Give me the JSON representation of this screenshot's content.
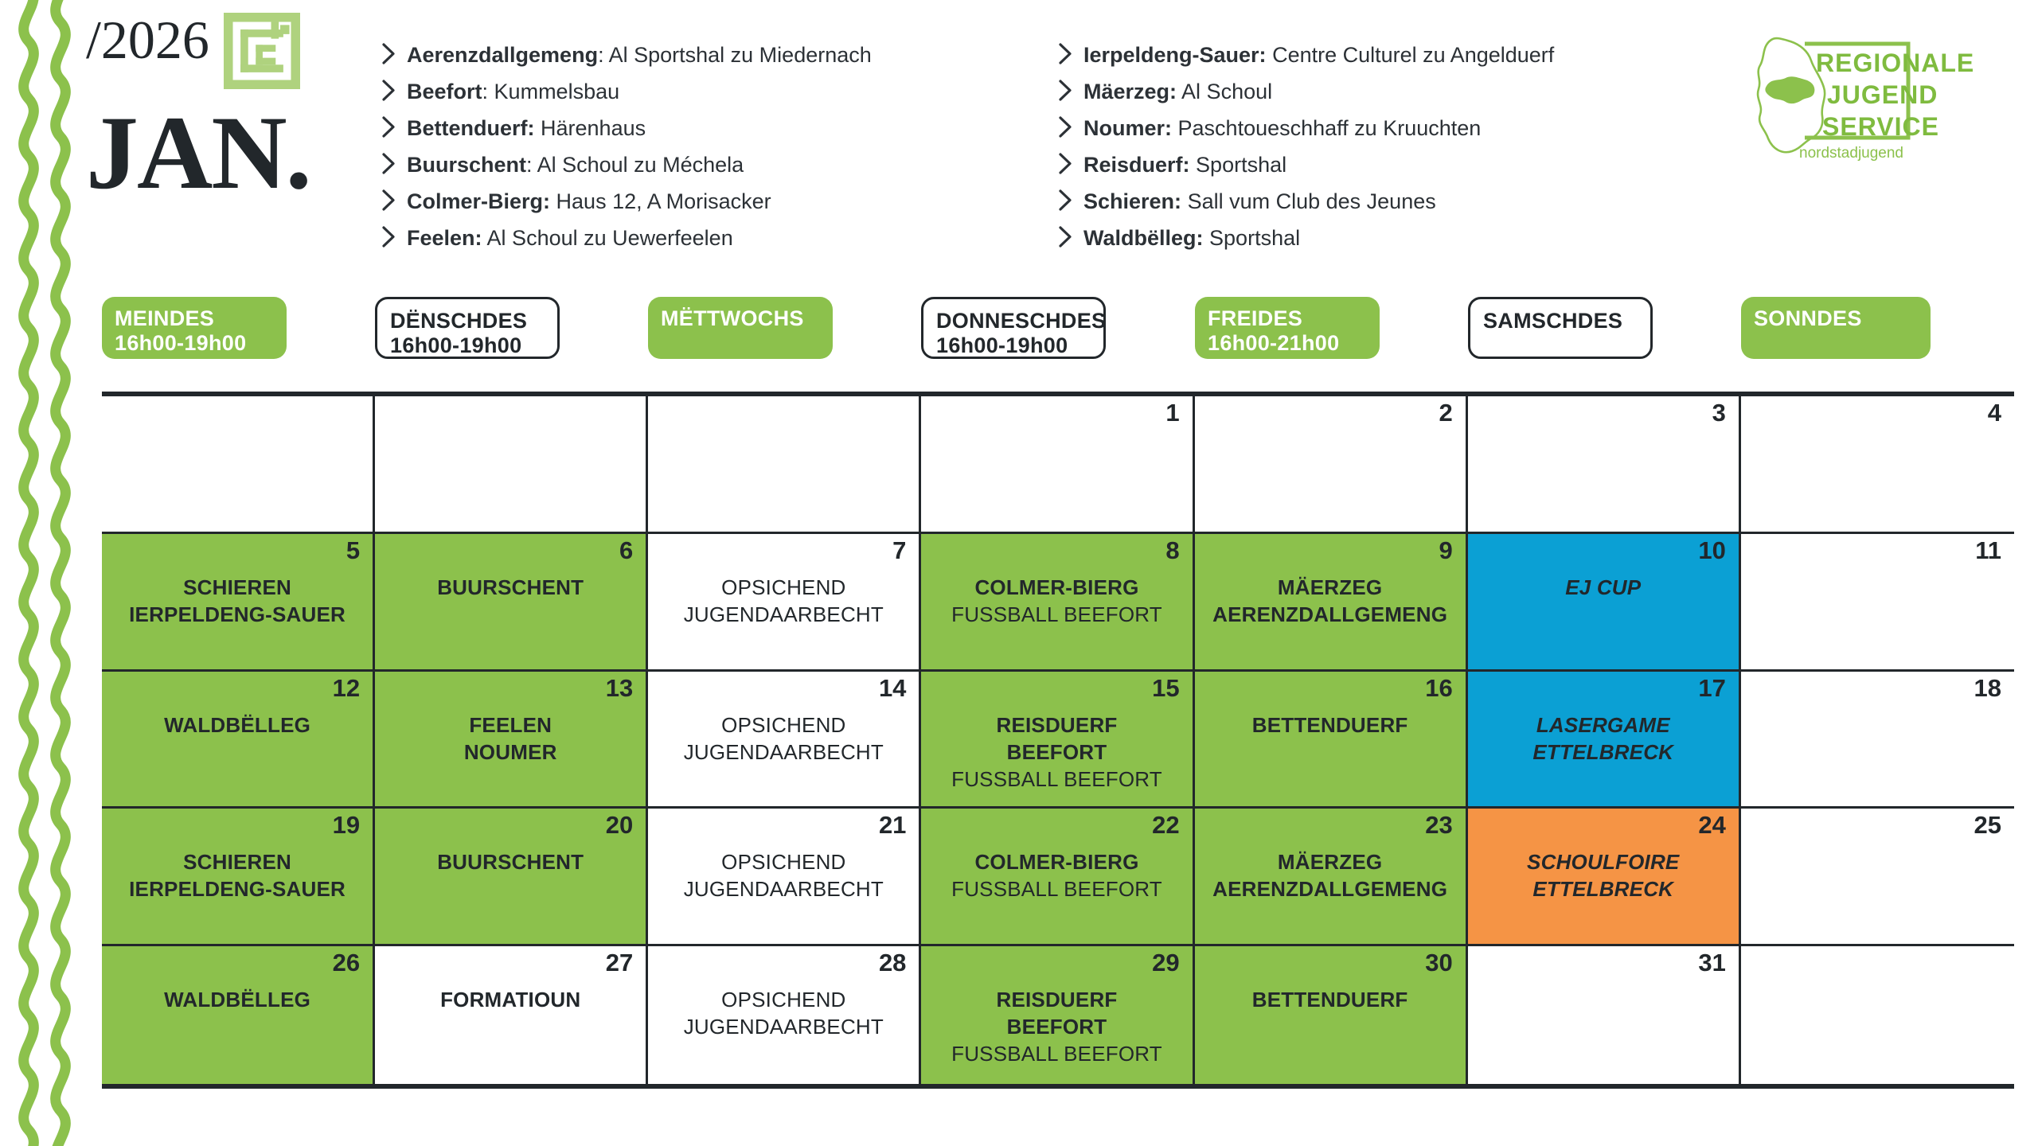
{
  "header": {
    "year": "/2026",
    "month": "JAN.",
    "logo_mark_name": "spiral-square-logo"
  },
  "brand": {
    "line1": "REGIONALE",
    "line2": "JUGEND",
    "line3": "SERVICE",
    "tagline": "nordstadjugend",
    "map_name": "luxembourg-map-icon"
  },
  "legend": {
    "left": [
      {
        "name": "Aerenzdallgemeng",
        "sep": ":",
        "place": "Al Sportshal zu Miedernach"
      },
      {
        "name": "Beefort",
        "sep": ":",
        "place": "Kummelsbau"
      },
      {
        "name": "Bettenduerf:",
        "sep": "",
        "place": "Härenhaus"
      },
      {
        "name": "Buurschent",
        "sep": ":",
        "place": "Al Schoul zu Méchela"
      },
      {
        "name": "Colmer-Bierg:",
        "sep": "",
        "place": "Haus 12, A Morisacker"
      },
      {
        "name": "Feelen:",
        "sep": "",
        "place": "Al Schoul zu Uewerfeelen"
      }
    ],
    "right": [
      {
        "name": "Ierpeldeng-Sauer:",
        "sep": "",
        "place": "Centre Culturel zu Angelduerf"
      },
      {
        "name": "Mäerzeg:",
        "sep": "",
        "place": "Al Schoul"
      },
      {
        "name": "Noumer:",
        "sep": "",
        "place": "Paschtoueschhaff zu Kruuchten"
      },
      {
        "name": "Reisduerf:",
        "sep": "",
        "place": "Sportshal"
      },
      {
        "name": "Schieren:",
        "sep": "",
        "place": " Sall vum Club des Jeunes"
      },
      {
        "name": "Waldbëlleg:",
        "sep": "",
        "place": "Sportshal"
      }
    ]
  },
  "weekdays": [
    {
      "name": "MEINDES",
      "time": "16h00-19h00",
      "style": "green"
    },
    {
      "name": "DËNSCHDES",
      "time": "16h00-19h00",
      "style": "white"
    },
    {
      "name": "MËTTWOCHS",
      "time": "",
      "style": "green"
    },
    {
      "name": "DONNESCHDES",
      "time": "16h00-19h00",
      "style": "white"
    },
    {
      "name": "FREIDES",
      "time": "16h00-21h00",
      "style": "green"
    },
    {
      "name": "SAMSCHDES",
      "time": "",
      "style": "white"
    },
    {
      "name": "SONNDES",
      "time": "",
      "style": "green"
    }
  ],
  "colors": {
    "green": "#8CC14C",
    "blue": "#0BA0D4",
    "orange": "#F59445",
    "ink": "#22272b"
  },
  "calendar": {
    "weeks": [
      [
        {
          "day": "",
          "bg": "none",
          "events": []
        },
        {
          "day": "",
          "bg": "none",
          "events": []
        },
        {
          "day": "",
          "bg": "none",
          "events": []
        },
        {
          "day": "1",
          "bg": "none",
          "events": []
        },
        {
          "day": "2",
          "bg": "none",
          "events": []
        },
        {
          "day": "3",
          "bg": "none",
          "events": []
        },
        {
          "day": "4",
          "bg": "none",
          "events": []
        }
      ],
      [
        {
          "day": "5",
          "bg": "green",
          "events": [
            {
              "text": "SCHIEREN",
              "style": "bold"
            },
            {
              "text": "IERPELDENG-SAUER",
              "style": "bold"
            }
          ]
        },
        {
          "day": "6",
          "bg": "green",
          "events": [
            {
              "text": "BUURSCHENT",
              "style": "bold"
            }
          ]
        },
        {
          "day": "7",
          "bg": "none",
          "events": [
            {
              "text": "OPSICHEND",
              "style": "light"
            },
            {
              "text": "JUGENDAARBECHT",
              "style": "light"
            }
          ]
        },
        {
          "day": "8",
          "bg": "green",
          "events": [
            {
              "text": "COLMER-BIERG",
              "style": "bold"
            },
            {
              "text": "FUSSBALL BEEFORT",
              "style": "light"
            }
          ]
        },
        {
          "day": "9",
          "bg": "green",
          "events": [
            {
              "text": "MÄERZEG",
              "style": "bold"
            },
            {
              "text": "AERENZDALLGEMENG",
              "style": "bold"
            }
          ]
        },
        {
          "day": "10",
          "bg": "blue",
          "events": [
            {
              "text": "EJ CUP",
              "style": "italic"
            }
          ]
        },
        {
          "day": "11",
          "bg": "none",
          "events": []
        }
      ],
      [
        {
          "day": "12",
          "bg": "green",
          "events": [
            {
              "text": "WALDBËLLEG",
              "style": "bold"
            }
          ]
        },
        {
          "day": "13",
          "bg": "green",
          "events": [
            {
              "text": "FEELEN",
              "style": "bold"
            },
            {
              "text": "NOUMER",
              "style": "bold"
            }
          ]
        },
        {
          "day": "14",
          "bg": "none",
          "events": [
            {
              "text": "OPSICHEND",
              "style": "light"
            },
            {
              "text": "JUGENDAARBECHT",
              "style": "light"
            }
          ]
        },
        {
          "day": "15",
          "bg": "green",
          "events": [
            {
              "text": "REISDUERF",
              "style": "bold"
            },
            {
              "text": "BEEFORT",
              "style": "bold"
            },
            {
              "text": "FUSSBALL BEEFORT",
              "style": "light"
            }
          ]
        },
        {
          "day": "16",
          "bg": "green",
          "events": [
            {
              "text": "BETTENDUERF",
              "style": "bold"
            }
          ]
        },
        {
          "day": "17",
          "bg": "blue",
          "events": [
            {
              "text": "LASERGAME",
              "style": "italic"
            },
            {
              "text": "ETTELBRECK",
              "style": "italic"
            }
          ]
        },
        {
          "day": "18",
          "bg": "none",
          "events": []
        }
      ],
      [
        {
          "day": "19",
          "bg": "green",
          "events": [
            {
              "text": "SCHIEREN",
              "style": "bold"
            },
            {
              "text": "IERPELDENG-SAUER",
              "style": "bold"
            }
          ]
        },
        {
          "day": "20",
          "bg": "green",
          "events": [
            {
              "text": "BUURSCHENT",
              "style": "bold"
            }
          ]
        },
        {
          "day": "21",
          "bg": "none",
          "events": [
            {
              "text": "OPSICHEND",
              "style": "light"
            },
            {
              "text": "JUGENDAARBECHT",
              "style": "light"
            }
          ]
        },
        {
          "day": "22",
          "bg": "green",
          "events": [
            {
              "text": "COLMER-BIERG",
              "style": "bold"
            },
            {
              "text": "FUSSBALL BEEFORT",
              "style": "light"
            }
          ]
        },
        {
          "day": "23",
          "bg": "green",
          "events": [
            {
              "text": "MÄERZEG",
              "style": "bold"
            },
            {
              "text": "AERENZDALLGEMENG",
              "style": "bold"
            }
          ]
        },
        {
          "day": "24",
          "bg": "orange",
          "events": [
            {
              "text": "SCHOULFOIRE",
              "style": "italic"
            },
            {
              "text": "ETTELBRECK",
              "style": "italic"
            }
          ]
        },
        {
          "day": "25",
          "bg": "none",
          "events": []
        }
      ],
      [
        {
          "day": "26",
          "bg": "green",
          "events": [
            {
              "text": "WALDBËLLEG",
              "style": "bold"
            }
          ]
        },
        {
          "day": "27",
          "bg": "none",
          "events": [
            {
              "text": "FORMATIOUN",
              "style": "bold"
            }
          ]
        },
        {
          "day": "28",
          "bg": "none",
          "events": [
            {
              "text": "OPSICHEND",
              "style": "light"
            },
            {
              "text": "JUGENDAARBECHT",
              "style": "light"
            }
          ]
        },
        {
          "day": "29",
          "bg": "green",
          "events": [
            {
              "text": "REISDUERF",
              "style": "bold"
            },
            {
              "text": "BEEFORT",
              "style": "bold"
            },
            {
              "text": "FUSSBALL BEEFORT",
              "style": "light"
            }
          ]
        },
        {
          "day": "30",
          "bg": "green",
          "events": [
            {
              "text": "BETTENDUERF",
              "style": "bold"
            }
          ]
        },
        {
          "day": "31",
          "bg": "none",
          "events": []
        },
        {
          "day": "",
          "bg": "none",
          "events": []
        }
      ]
    ]
  }
}
